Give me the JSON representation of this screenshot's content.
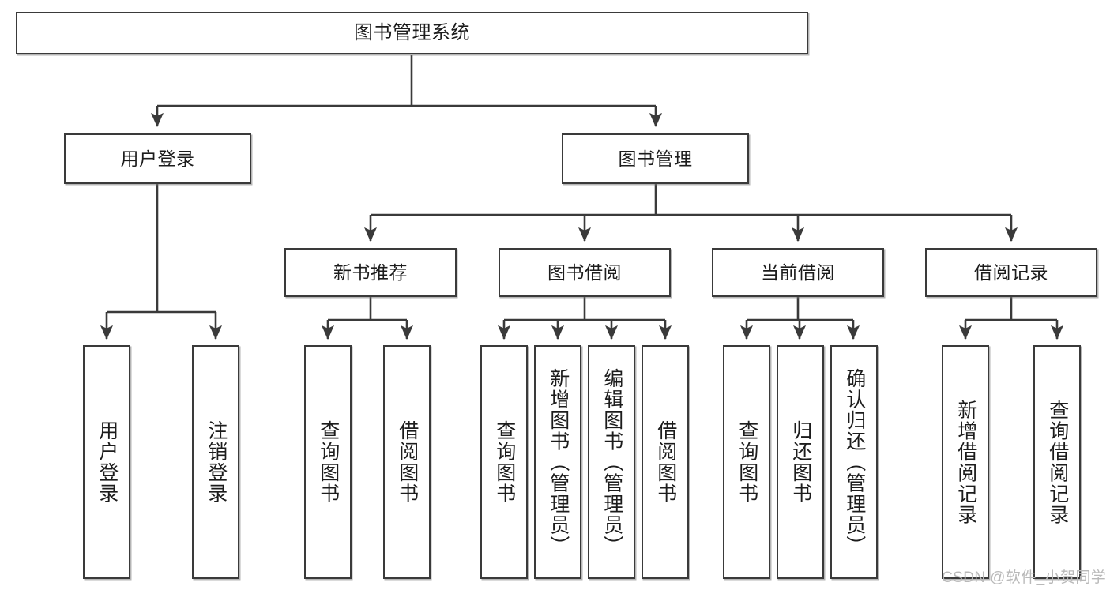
{
  "diagram": {
    "type": "tree-hierarchy-chart",
    "title": "图书管理系统",
    "colors": {
      "stroke": "#3a3a3a",
      "fill": "#ffffff",
      "text": "#1c1c1c",
      "watermark": "#b9b9b9"
    },
    "root": {
      "label": "图书管理系统"
    },
    "level2": [
      {
        "label": "用户登录"
      },
      {
        "label": "图书管理"
      }
    ],
    "level3": [
      {
        "label": "新书推荐"
      },
      {
        "label": "图书借阅"
      },
      {
        "label": "当前借阅"
      },
      {
        "label": "借阅记录"
      }
    ],
    "leaves": {
      "user_login": [
        {
          "label": "用户登录"
        },
        {
          "label": "注销登录"
        }
      ],
      "new_book_recommend": [
        {
          "label": "查询图书"
        },
        {
          "label": "借阅图书"
        }
      ],
      "book_borrow": [
        {
          "label": "查询图书"
        },
        {
          "label": "新增图书（管理员）"
        },
        {
          "label": "编辑图书（管理员）"
        },
        {
          "label": "借阅图书"
        }
      ],
      "current_borrow": [
        {
          "label": "查询图书"
        },
        {
          "label": "归还图书"
        },
        {
          "label": "确认归还（管理员）"
        }
      ],
      "borrow_record": [
        {
          "label": "新增借阅记录"
        },
        {
          "label": "查询借阅记录"
        }
      ]
    }
  },
  "watermark": {
    "text": "CSDN @软件_小贺同学"
  }
}
